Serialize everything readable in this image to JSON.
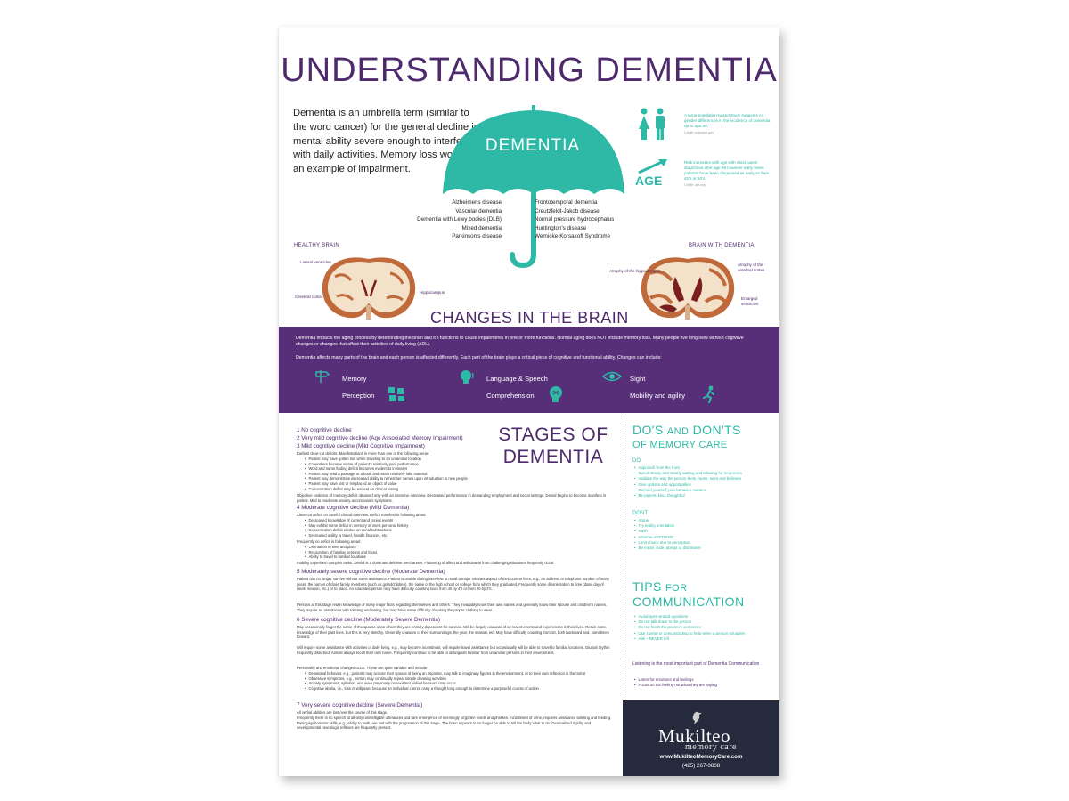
{
  "title": "UNDERSTANDING DEMENTIA",
  "intro": "Dementia is an umbrella term (similar to the word cancer) for the general decline in mental ability severe enough to interfere with daily activities. Memory loss would be an example of impairment.",
  "umbrella_word": "DEMENTIA",
  "types_left": [
    "Alzheimer's disease",
    "Vascular dementia",
    "Dementia with Lewy bodies (DLB)",
    "Mixed dementia",
    "Parkinson's disease"
  ],
  "types_right": [
    "Frontotemporal dementia",
    "Creutzfeldt-Jakob disease",
    "Normal pressure hydrocephalus",
    "Huntington's disease",
    "Wernicke-Korsakoff Syndrome"
  ],
  "stats": {
    "gender_text": "A large population-based study suggests no gender differences in the incidence of dementia up to age 90.",
    "gender_src": "Credit: pubmed.gov",
    "age_label": "AGE",
    "age_text": "Risk increases with age with most cases diagnosed after age 65 however early onset patients have been diagnosed as early as their 40's or 50's.",
    "age_src": "Credit: alz.org"
  },
  "brains": {
    "healthy_label": "HEALTHY BRAIN",
    "dementia_label": "BRAIN WITH DEMENTIA",
    "ann_lateral": "Lateral ventricles",
    "ann_cerebral": "Cerebral cortex",
    "ann_hippo": "Hippocampus",
    "ann_atrophy_hippo": "Atrophy of the hippocampus",
    "ann_atrophy_cortex": "Atrophy of the cerebral cortex",
    "ann_enlarged": "Enlarged ventricles"
  },
  "changes": {
    "title": "CHANGES IN THE BRAIN",
    "p1": "Dementia impacts the aging process by deteriorating the brain and it's functions to cause impairments in one or more functions. Normal aging does NOT include memory loss. Many people live long lives without cognitive changes or changes that affect their activities of daily living (ADL).",
    "p2": "Dementia affects many parts of the brain and each person is affected differently. Each part of the brain plays a critical piece of cognitive and functional ability. Changes can include:",
    "items": [
      "Memory",
      "Language & Speech",
      "Sight",
      "Perception",
      "Comprehension",
      "Mobility and agility"
    ]
  },
  "stages": {
    "title_line1": "STAGES OF",
    "title_line2": "DEMENTIA",
    "s1": "1  No cognitive decline",
    "s2": "2  Very mild cognitive decline (Age Associated Memory Impairment)",
    "s3": "3  Mild cognitive decline (Mild Cognitive Impairment)",
    "s3_intro": "Earliest clear-cut deficits. Manifestations in more than one of the following areas:",
    "s3_bullets": [
      "Patient may have gotten lost when traveling to an unfamiliar location",
      "Co-workers become aware of patient's relatively poor performance",
      "Word and name finding deficit becomes evident to intimates",
      "Patient may read a passage or a book and retain relatively little material",
      "Patient may demonstrate decreased ability to remember names upon introduction to new people",
      "Patient may have lost or misplaced an object of value",
      "Concentration deficit may be evident on clinical testing"
    ],
    "s3_outro": "Objective evidence of memory deficit obtained only with an intensive interview. Decreased performance in demanding employment and social settings. Denial begins to become manifest in patient. Mild to moderate anxiety accompanies symptoms.",
    "s4": "4  Moderate cognitive decline (Mild Dementia)",
    "s4_intro": "Clear-cut deficit on careful clinical interview. Deficit manifest in following areas:",
    "s4_bullets": [
      "Decreased knowledge of current and recent events",
      "May exhibit some deficit in memory of one's personal history",
      "Concentration deficit elicited on serial subtractions",
      "Decreased ability to travel, handle finances, etc."
    ],
    "s4_mid": "Frequently no deficit in following areas:",
    "s4_bullets2": [
      "Orientation to time and place",
      "Recognition of familiar persons and faces",
      "Ability to travel to familiar locations"
    ],
    "s4_outro": "Inability to perform complex tasks. Denial is a dominant defense mechanism. Flattening of affect and withdrawal from challenging situations frequently occur.",
    "s5": "5  Moderately severe cognitive decline (Moderate Dementia)",
    "s5_p1": "Patient can no longer survive without some assistance. Patient is unable during interview to recall a major relevant aspect of their current lives, e.g., an address or telephone number of many years, the names of close family members (such as grandchildren), the name of the high school or college from which they graduated. Frequently some disorientation to time (date, day of week, season, etc.) or to place. An educated person may have difficulty counting back from 40 by 4's or from 20 by 2's.",
    "s5_p2": "Persons at this stage retain knowledge of many major facts regarding themselves and others. They invariably know their own names and generally know their spouse and children's names. They require no assistance with toileting and eating, but may have some difficulty choosing the proper clothing to wear.",
    "s6": "6  Severe cognitive decline (Moderately Severe Dementia)",
    "s6_p1": "May occasionally forget the name of the spouse upon whom they are entirely dependent for survival. Will be largely unaware of all recent events and experiences in their lives. Retain some knowledge of their past lives, but this is very sketchy. Generally unaware of their surroundings, the year, the season, etc. May have difficulty counting from 10, both backward and, sometimes forward.",
    "s6_p2": "Will require some assistance with activities of daily living, e.g., may become incontinent, will require travel assistance but occasionally will be able to travel to familiar locations. Diurnal rhythm frequently disturbed. Almost always recall their own name. Frequently continue to be able to distinguish familiar from unfamiliar persons in their environment.",
    "s6_p3": "Personality and emotional changes occur. These are quite variable and include:",
    "s6_bullets": [
      "Delusional behavior, e.g., patients may accuse their spouse of being an impostor, may talk to imaginary figures in the environment, or to their own reflection in the mirror",
      "Obsessive symptoms, e.g., person may continually repeat simple cleaning activities",
      "Anxiety symptoms, agitation, and even previously nonexistent violent behavior may occur",
      "Cognitive abulia, i.e., loss of willpower because an individual cannot carry a thought long enough to determine a purposeful course of action"
    ],
    "s7": "7  Very severe cognitive decline (Severe Dementia)",
    "s7_p1": "All verbal abilities are lost over the course of this stage.",
    "s7_p2": "Frequently there is no speech at all-only unintelligible utterances and rare emergence of seemingly forgotten words and phrases. Incontinent of urine, requires assistance toileting and feeding. Basic psychomotor skills, e.g., ability to walk, are lost with the progression of this stage. The brain appears to no longer be able to tell the body what to do. Generalized rigidity and developmental neurologic reflexes are frequently present."
  },
  "dos": {
    "title_a": "DO'S",
    "title_b": "AND",
    "title_c": "DON'TS",
    "title_d": "OF MEMORY CARE",
    "do_label": "DO",
    "do_items": [
      "Approach from the front",
      "Speak slowly and clearly waiting and allowing for responses",
      "Validate the way the person feels, hears, sees and believes",
      "Give options and opportunities",
      "Remind yourself your behavior matters",
      "Be patient, kind, thoughtful"
    ],
    "dont_label": "DONT",
    "dont_items": [
      "Argue",
      "Try reality orientation",
      "Rush",
      "Assume ANYTHING",
      "Limit choice due to perception",
      "Be mean, rude, abrupt or dismissive"
    ]
  },
  "tips": {
    "title_a": "TIPS",
    "title_b": "FOR",
    "title_c": "COMMUNICATION",
    "items": [
      "Avoid open-ended questions",
      "Do not talk down to the person",
      "Do not finish the person's sentences",
      "Use cueing or demonstrating to help when a person struggles",
      "Ask – NEVER tell"
    ],
    "listen_text": "Listening is the most important part of Dementia Communication",
    "listen_items": [
      "Listen for emotions and feelings",
      "Focus on the feeling not what they are saying"
    ]
  },
  "footer": {
    "logo_main": "Mukilteo",
    "logo_sub": "memory care",
    "url": "www.MukilteoMemoryCare.com",
    "phone": "(425) 267-0808"
  },
  "colors": {
    "purple": "#572f78",
    "teal": "#2eb8a6",
    "footer_bg": "#262a3d"
  }
}
